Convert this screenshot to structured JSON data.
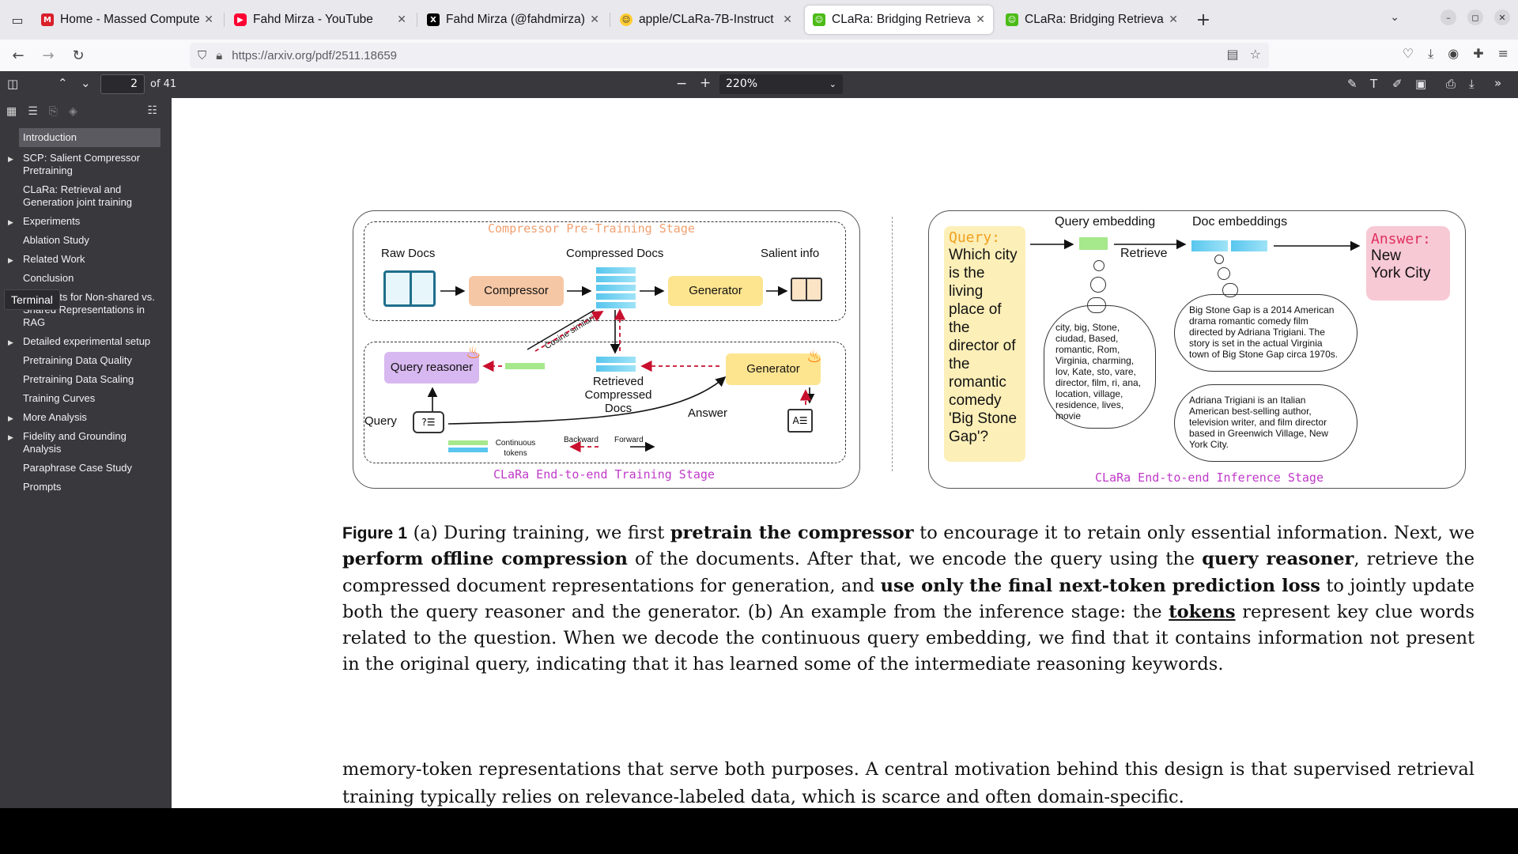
{
  "browser": {
    "tabs": [
      {
        "title": "Home - Massed Compute",
        "favicon": "massed-compute-icon",
        "color": "#d9202b",
        "active": false
      },
      {
        "title": "Fahd Mirza - YouTube",
        "favicon": "youtube-icon",
        "color": "#ff0033",
        "active": false
      },
      {
        "title": "Fahd Mirza (@fahdmirza)",
        "favicon": "x-icon",
        "color": "#000000",
        "active": false
      },
      {
        "title": "apple/CLaRa-7B-Instruct",
        "favicon": "huggingface-icon",
        "color": "#ffcc33",
        "active": false
      },
      {
        "title": "CLaRa: Bridging Retrieval",
        "favicon": "arxiv-icon",
        "color": "#4cbb17",
        "active": true
      },
      {
        "title": "CLaRa: Bridging Retrieval",
        "favicon": "arxiv-icon",
        "color": "#4cbb17",
        "active": false
      }
    ],
    "url": "https://arxiv.org/pdf/2511.18659"
  },
  "pdf_toolbar": {
    "page_current": "2",
    "page_total_label": "of 41",
    "zoom": "220%"
  },
  "sidebar": {
    "tooltip": "Terminal",
    "items": [
      {
        "label": "Introduction",
        "twisty": false,
        "selected": true
      },
      {
        "label": "SCP: Salient Compressor Pretraining",
        "twisty": true,
        "selected": false
      },
      {
        "label": "CLaRa: Retrieval and Generation joint training",
        "twisty": false,
        "selected": false
      },
      {
        "label": "Experiments",
        "twisty": true,
        "selected": false
      },
      {
        "label": "Ablation Study",
        "twisty": false,
        "selected": false
      },
      {
        "label": "Related Work",
        "twisty": true,
        "selected": false
      },
      {
        "label": "Conclusion",
        "twisty": false,
        "selected": false
      },
      {
        "label": "Gradients for Non-shared vs. Shared Representations in RAG",
        "twisty": false,
        "selected": false
      },
      {
        "label": "Detailed experimental setup",
        "twisty": true,
        "selected": false
      },
      {
        "label": "Pretraining Data Quality",
        "twisty": false,
        "selected": false
      },
      {
        "label": "Pretraining Data Scaling",
        "twisty": false,
        "selected": false
      },
      {
        "label": "Training Curves",
        "twisty": false,
        "selected": false
      },
      {
        "label": "More Analysis",
        "twisty": true,
        "selected": false
      },
      {
        "label": "Fidelity and Grounding Analysis",
        "twisty": true,
        "selected": false
      },
      {
        "label": "Paraphrase Case Study",
        "twisty": false,
        "selected": false
      },
      {
        "label": "Prompts",
        "twisty": false,
        "selected": false
      }
    ]
  },
  "figure": {
    "left": {
      "pretrain_title": "Compressor Pre-Training Stage",
      "raw_docs": "Raw Docs",
      "compressed_docs": "Compressed Docs",
      "salient_info": "Salient info",
      "compressor": "Compressor",
      "generator": "Generator",
      "query_reasoner": "Query reasoner",
      "cosine": "Cosine similarity",
      "retrieved": "Retrieved Compressed Docs",
      "generator2": "Generator",
      "query": "Query",
      "answer": "Answer",
      "legend_tokens": "Continuous tokens",
      "legend_backward": "Backward",
      "legend_forward": "Forward",
      "train_title": "CLaRa End-to-end Training Stage"
    },
    "right": {
      "query_label": "Query:",
      "query_text": "Which city is the living place of the director of the romantic comedy 'Big Stone Gap'?",
      "query_embedding": "Query embedding",
      "doc_embeddings": "Doc embeddings",
      "retrieve": "Retrieve",
      "answer_label": "Answer:",
      "answer_text": "New York City",
      "cloud_tokens": "city, big, Stone, ciudad, Based, romantic, Rom, Virginia, charming, lov, Kate, sto, vare, director, film, ri, ana, location, village, residence, lives, movie",
      "cloud_doc1": "Big Stone Gap is a 2014 American drama romantic comedy film directed by Adriana Trigiani. The story is set in the actual Virginia town of Big Stone Gap circa 1970s.",
      "cloud_doc2": "Adriana Trigiani is an Italian American best-selling author, television writer, and film director based in Greenwich Village, New York City.",
      "infer_title": "CLaRa End-to-end Inference Stage"
    },
    "colors": {
      "compressor": "#f6c7a5",
      "generator": "#fde48f",
      "query_reasoner": "#d8b8f0",
      "query_box": "#fcefb8",
      "answer_box": "#f7c9d4",
      "stage_title": "#c039c9",
      "pretrain_title": "#f0a070",
      "embedding": "#58c6ee",
      "query_embedding": "#a6e88c"
    }
  },
  "caption": {
    "label": "Figure 1",
    "s1": "(a) During training, we first",
    "b1": "pretrain the compressor",
    "s2": "to encourage it to retain only essential information. Next, we",
    "b2": "perform offline compression",
    "s3": "of the documents. After that, we encode the query using the",
    "b3": "query reasoner",
    "s4": ", retrieve the compressed document representations for generation, and",
    "b4": "use only the final next-token prediction loss",
    "s5": "to jointly update both the query reasoner and the generator. (b) An example from the inference stage: the",
    "u1": "tokens",
    "s6": "represent key clue words related to the question. When we decode the continuous query embedding, we find that it contains information not present in the original query, indicating that it has learned some of the intermediate reasoning keywords."
  },
  "body": {
    "text": "memory-token representations that serve both purposes. A central motivation behind this design is that supervised retrieval training typically relies on relevance-labeled data, which is scarce and often domain-specific."
  }
}
